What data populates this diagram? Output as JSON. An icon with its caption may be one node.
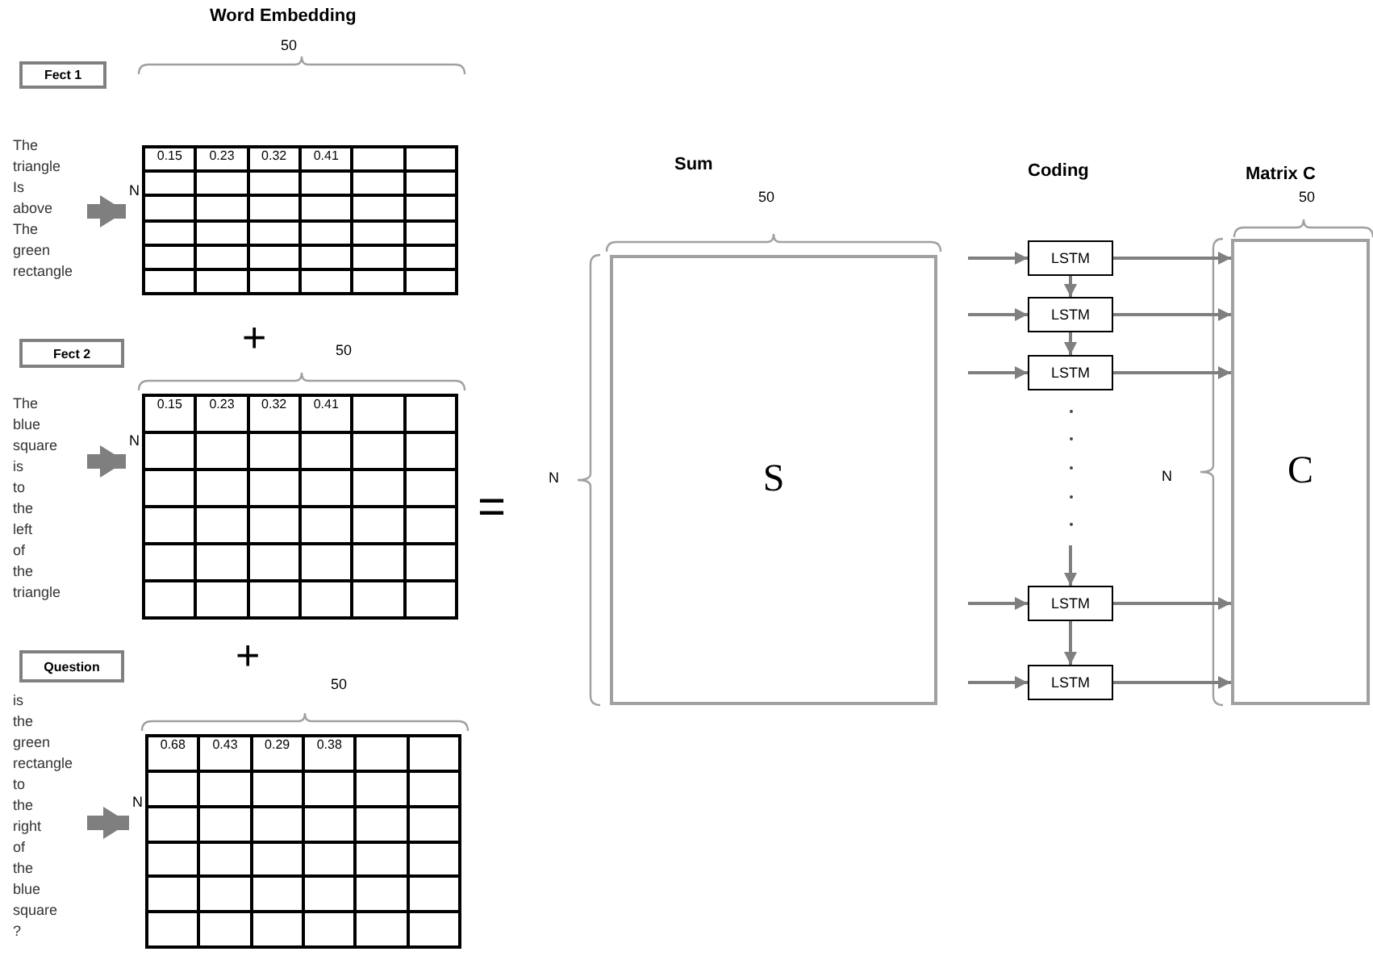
{
  "diagram": {
    "nodes": [
      {
        "text": [
          "Fect 1"
        ]
      },
      {
        "text": [
          "The triangle Is above The green rectangle"
        ]
      },
      {
        "text": [
          "0.15",
          "0.23",
          "0.32",
          "0.41"
        ]
      },
      {
        "text": [
          "Fect 2"
        ]
      },
      {
        "text": [
          "The blue square is to the left of the triangle"
        ]
      },
      {
        "text": [
          "0.15",
          "0.23",
          "0.32",
          "0.41"
        ]
      },
      {
        "text": [
          "Question"
        ]
      },
      {
        "text": [
          "is the green rectangle to the right of the blue square ?"
        ]
      },
      {
        "text": [
          "0.68",
          "0.43",
          "0.29",
          "0.38"
        ]
      },
      {
        "text": [
          "S"
        ]
      },
      {
        "text": [
          "LSTM"
        ]
      },
      {
        "text": [
          "LSTM"
        ]
      },
      {
        "text": [
          "LSTM"
        ]
      },
      {
        "text": [
          "LSTM"
        ]
      },
      {
        "text": [
          "LSTM"
        ]
      },
      {
        "text": [
          "C"
        ]
      }
    ],
    "edges": [
      {
        "from": 1,
        "to": 2,
        "arrow": "to",
        "label": "N",
        "style": "thick"
      },
      {
        "from": 4,
        "to": 5,
        "arrow": "to",
        "label": "N",
        "style": "thick"
      },
      {
        "from": 7,
        "to": 8,
        "arrow": "to",
        "label": "N",
        "style": "thick"
      },
      {
        "from": null,
        "to": 10,
        "arrow": "to"
      },
      {
        "from": 10,
        "to": 15,
        "arrow": "to"
      },
      {
        "from": 10,
        "to": 11,
        "arrow": "to"
      },
      {
        "from": null,
        "to": 11,
        "arrow": "to"
      },
      {
        "from": 11,
        "to": 15,
        "arrow": "to"
      },
      {
        "from": 11,
        "to": 12,
        "arrow": "to"
      },
      {
        "from": null,
        "to": 12,
        "arrow": "to"
      },
      {
        "from": 12,
        "to": 15,
        "arrow": "to"
      },
      {
        "from": null,
        "to": 13,
        "arrow": "to"
      },
      {
        "from": null,
        "to": 13,
        "arrow": "to"
      },
      {
        "from": 13,
        "to": 15,
        "arrow": "to"
      },
      {
        "from": 13,
        "to": 14,
        "arrow": "to"
      },
      {
        "from": null,
        "to": 14,
        "arrow": "to"
      },
      {
        "from": 14,
        "to": 15,
        "arrow": "to"
      }
    ],
    "labels": [
      "Word Embedding",
      "50",
      "+",
      "50",
      "+",
      "50",
      "=",
      "Sum",
      "50",
      "N",
      "Coding",
      "Matrix C",
      "50",
      "N"
    ]
  }
}
